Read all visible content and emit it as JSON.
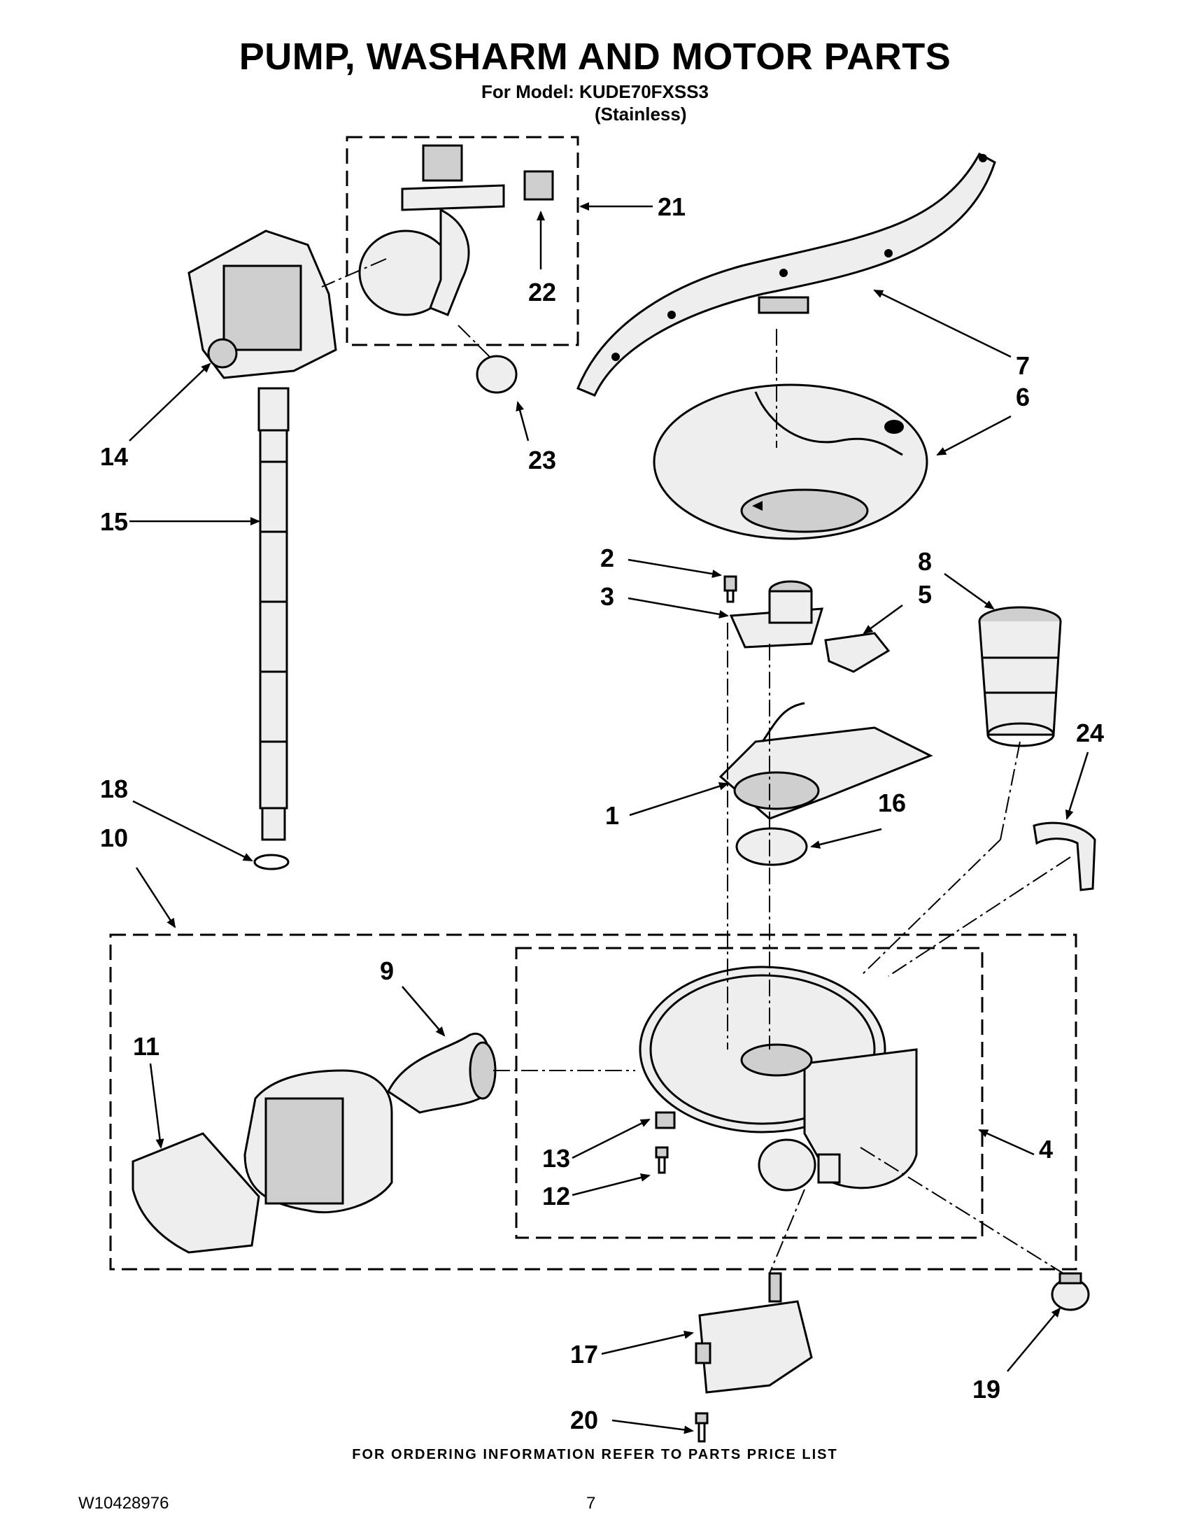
{
  "header": {
    "title": "PUMP, WASHARM AND MOTOR PARTS",
    "model_line": "For Model: KUDE70FXSS3",
    "finish": "(Stainless)"
  },
  "callouts": {
    "c1": "1",
    "c2": "2",
    "c3": "3",
    "c4": "4",
    "c5": "5",
    "c6": "6",
    "c7": "7",
    "c8": "8",
    "c9": "9",
    "c10": "10",
    "c11": "11",
    "c12": "12",
    "c13": "13",
    "c14": "14",
    "c15": "15",
    "c16": "16",
    "c17": "17",
    "c18": "18",
    "c19": "19",
    "c20": "20",
    "c21": "21",
    "c22": "22",
    "c23": "23",
    "c24": "24"
  },
  "footer": {
    "ordering_note": "FOR ORDERING INFORMATION REFER TO PARTS PRICE LIST",
    "doc_number": "W10428976",
    "page_number": "7"
  }
}
